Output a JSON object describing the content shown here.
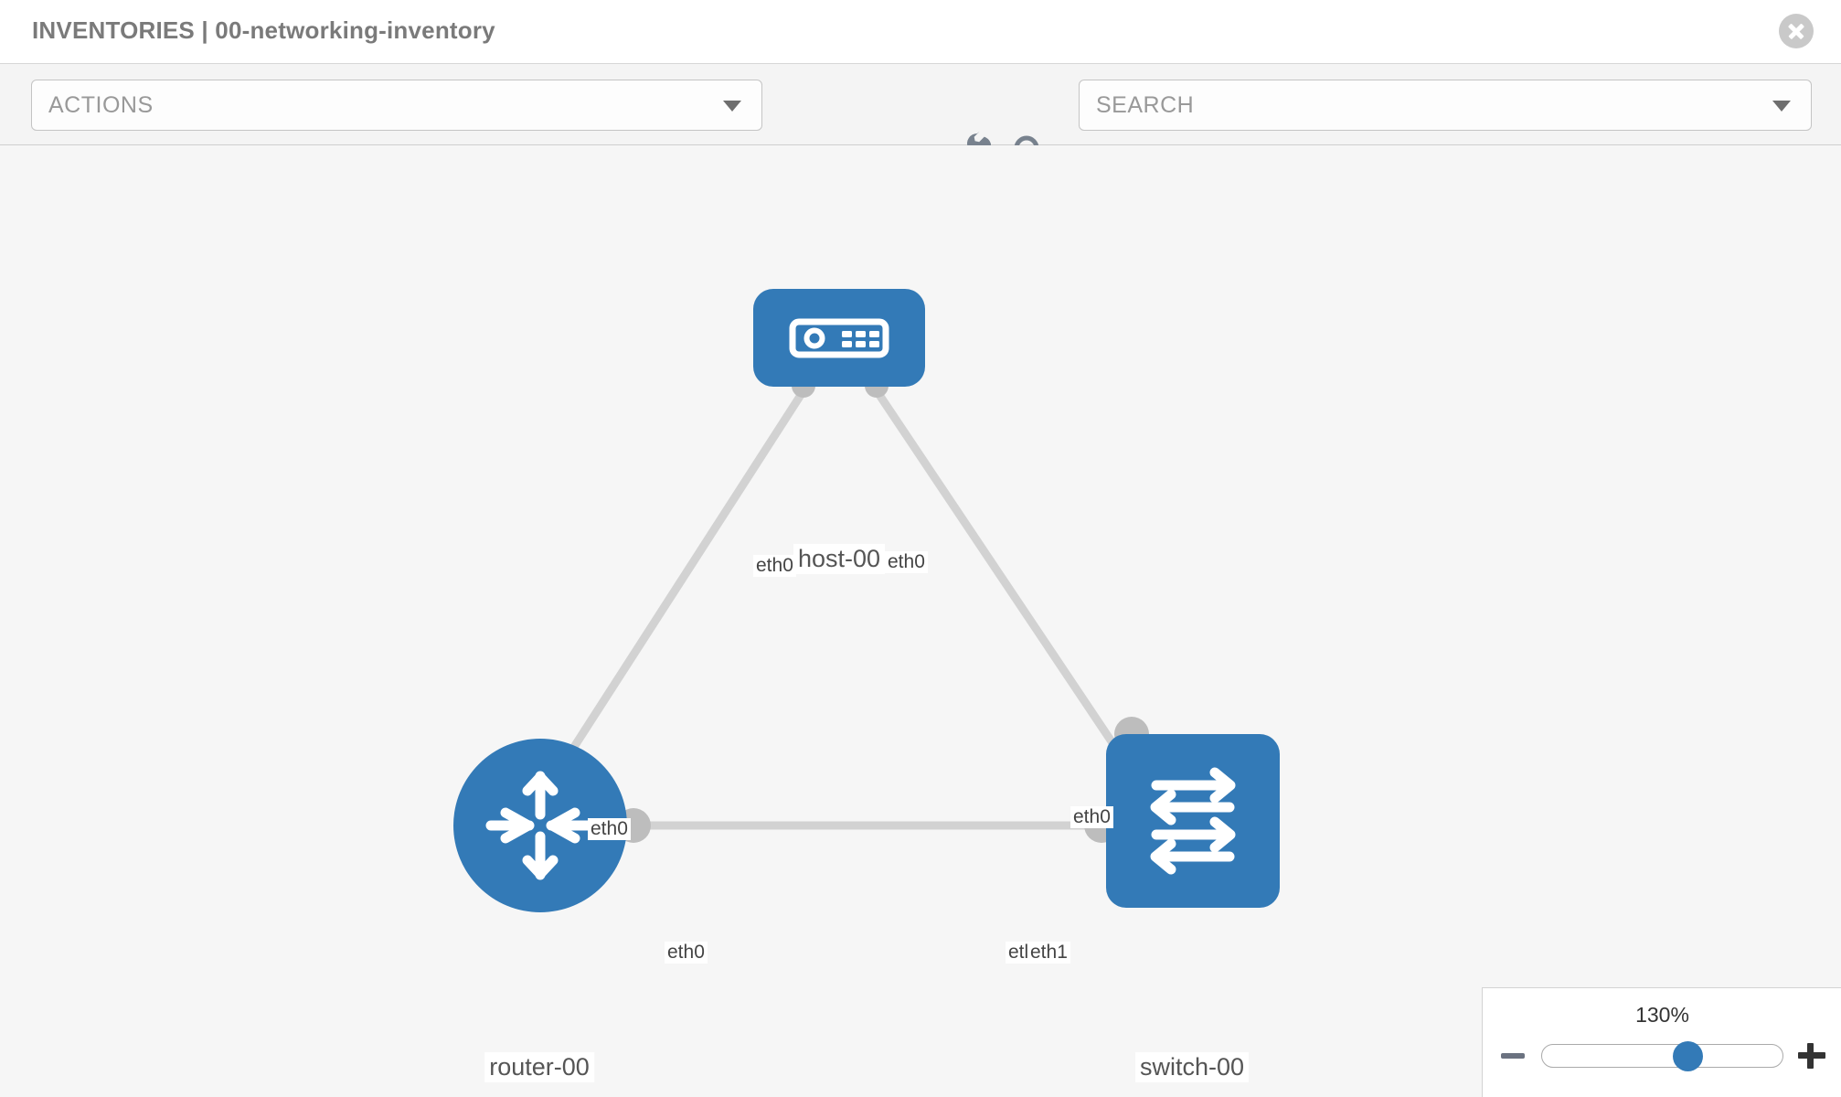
{
  "header": {
    "title": "INVENTORIES | 00-networking-inventory",
    "close_icon": "close-circle-icon"
  },
  "toolbar": {
    "actions_label": "ACTIONS",
    "search_placeholder": "SEARCH",
    "wrench_icon": "wrench-icon",
    "key_icon": "key-icon",
    "caret_icon": "chevron-down-icon"
  },
  "topology": {
    "nodes": [
      {
        "id": "host-00",
        "label": "host-00",
        "type": "host",
        "icon": "server-icon",
        "color": "#337ab7"
      },
      {
        "id": "router-00",
        "label": "router-00",
        "type": "router",
        "icon": "router-arrows-icon",
        "color": "#337ab7"
      },
      {
        "id": "switch-00",
        "label": "switch-00",
        "type": "switch",
        "icon": "switch-arrows-icon",
        "color": "#337ab7"
      }
    ],
    "links": [
      {
        "source": "router-00",
        "target": "host-00",
        "source_interface": "eth0",
        "target_interface": "eth0"
      },
      {
        "source": "host-00",
        "target": "switch-00",
        "source_interface": "eth0",
        "target_interface": "eth0"
      },
      {
        "source": "router-00",
        "target": "switch-00",
        "source_interface": "eth0",
        "target_interface": "eth1"
      }
    ],
    "edge_labels": {
      "host_left": "eth0",
      "host_right": "eth0",
      "router_up": "eth0",
      "switch_up": "eth0",
      "router_right": "eth0",
      "switch_left_overlap": "etl",
      "switch_left": "eth1"
    },
    "link_color": "#d2d2d2",
    "port_color": "#bdbdbd",
    "background": "#f6f6f6"
  },
  "zoom_control": {
    "percent": "130%",
    "minus_label": "zoom-out",
    "plus_label": "zoom-in",
    "slider_value": 60.5
  }
}
